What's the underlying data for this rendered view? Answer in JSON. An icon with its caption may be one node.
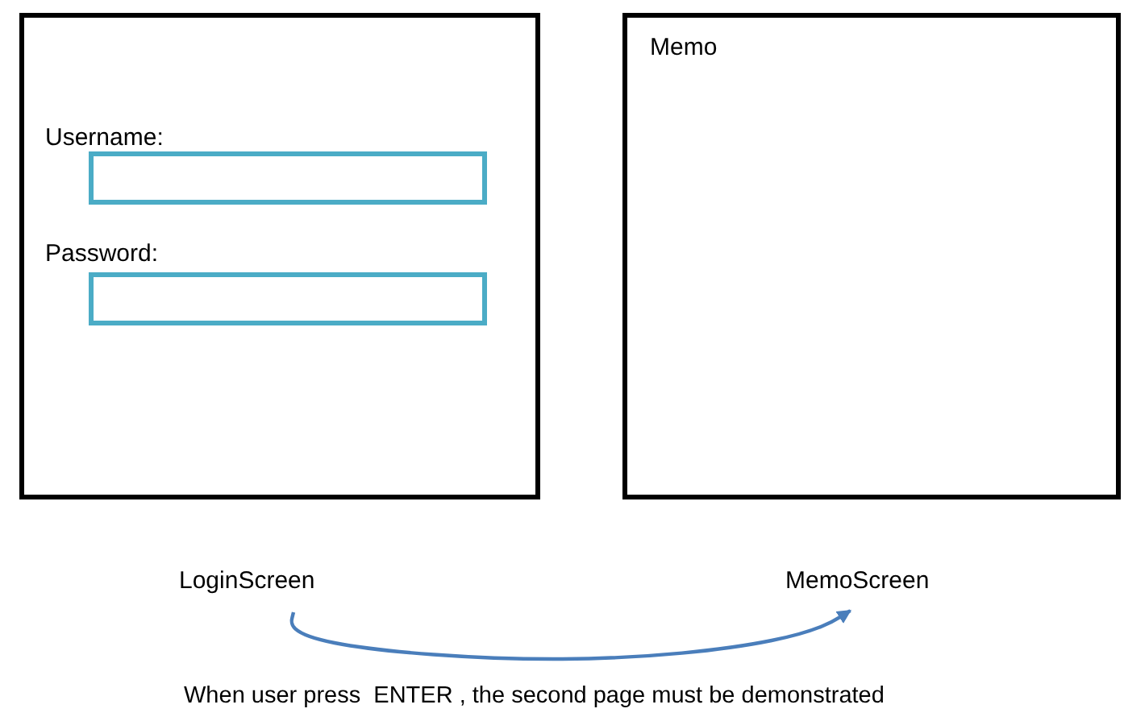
{
  "diagram": {
    "nodes": [
      {
        "text": [
          "Username:",
          "Password:"
        ]
      },
      {
        "text": [
          "Memo"
        ]
      },
      {
        "text": [
          "LoginScreen"
        ]
      },
      {
        "text": [
          "MemoScreen"
        ]
      }
    ],
    "edges": [
      {
        "from": 2,
        "to": 3,
        "arrow": "to",
        "color": "#4a7ebb"
      }
    ],
    "labels": [
      "When user press  ENTER , the second page must be demonstrated"
    ]
  }
}
